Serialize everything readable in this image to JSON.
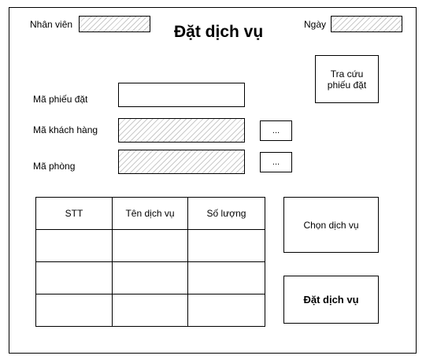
{
  "header": {
    "title": "Đặt dịch vụ",
    "staff_label": "Nhân viên",
    "staff_value": "",
    "date_label": "Ngày",
    "date_value": ""
  },
  "form": {
    "booking_id_label": "Mã phiếu đặt",
    "booking_id_value": "",
    "customer_id_label": "Mã khách hàng",
    "customer_id_value": "",
    "customer_browse_label": "...",
    "room_id_label": "Mã phòng",
    "room_id_value": "",
    "room_browse_label": "..."
  },
  "actions": {
    "lookup_label": "Tra cứu phiếu đặt",
    "choose_service_label": "Chọn dịch vụ",
    "book_service_label": "Đặt dịch vụ"
  },
  "table": {
    "columns": [
      "STT",
      "Tên dịch vụ",
      "Số lượng"
    ],
    "rows": [
      [
        "",
        "",
        ""
      ],
      [
        "",
        "",
        ""
      ],
      [
        "",
        "",
        ""
      ]
    ]
  }
}
